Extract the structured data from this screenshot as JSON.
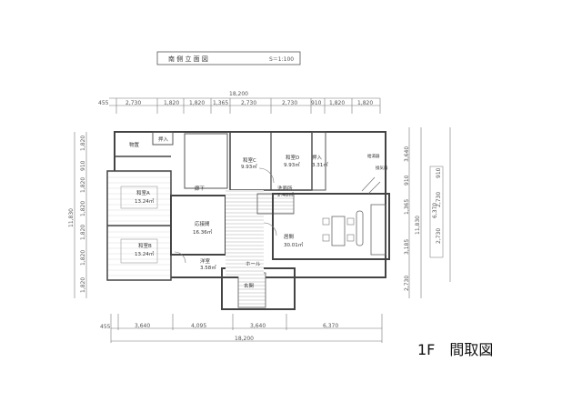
{
  "header": {
    "title": "南 側 立 面 図",
    "scale": "S＝1:100"
  },
  "dimensions": {
    "top_total": "18,200",
    "top_segments": [
      "455",
      "2,730",
      "1,820",
      "1,820",
      "1,365",
      "2,730",
      "2,730",
      "910",
      "1,820",
      "1,820"
    ],
    "bottom_total": "18,200",
    "bottom_segments": [
      "455",
      "3,640",
      "4,095",
      "3,640",
      "6,370"
    ],
    "left_total": "11,830",
    "left_segments": [
      "1,820",
      "910",
      "1,820",
      "1,820",
      "1,820",
      "1,820",
      "1,820"
    ],
    "right_total": "11,830",
    "right_segments": [
      "3,640",
      "910",
      "1,365",
      "3,185",
      "2,730"
    ],
    "far_right_total": "6,370",
    "far_right_segments": [
      "910",
      "2,730",
      "2,730"
    ]
  },
  "rooms": [
    {
      "name": "物置",
      "area": ""
    },
    {
      "name": "押入",
      "area": ""
    },
    {
      "name": "和室A",
      "area": "13.24㎡"
    },
    {
      "name": "和室B",
      "area": "13.24㎡"
    },
    {
      "name": "応接間",
      "area": "16.36㎡"
    },
    {
      "name": "廊下",
      "area": ""
    },
    {
      "name": "和室C",
      "area": "9.93㎡"
    },
    {
      "name": "和室D",
      "area": "9.93㎡"
    },
    {
      "name": "押入",
      "area": "3.31㎡"
    },
    {
      "name": "洗面所",
      "area": "2.48㎡"
    },
    {
      "name": "居間",
      "area": "30.01㎡"
    },
    {
      "name": "洋室",
      "area": "3.58㎡"
    },
    {
      "name": "ホール",
      "area": ""
    },
    {
      "name": "玄関",
      "area": ""
    }
  ],
  "annotations": [
    "給湯器",
    "換気扇"
  ],
  "caption": "1F　間取図"
}
